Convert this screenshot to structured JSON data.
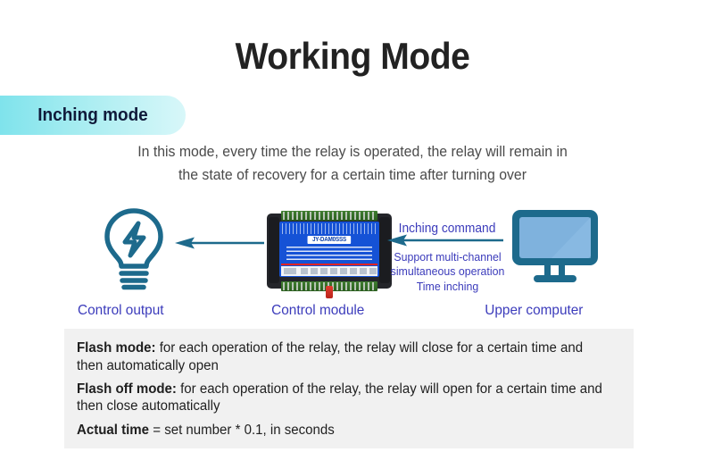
{
  "page": {
    "title": "Working Mode",
    "badge_label": "Inching mode",
    "accent_teal": "#1d6a8c",
    "accent_blue": "#3b3bbb",
    "badge_gradient_from": "#7fe3ec",
    "badge_gradient_to": "#d8f7f9",
    "infobox_bg": "#f1f1f1"
  },
  "description": {
    "line1": "In this mode, every time the relay is operated, the relay will remain in",
    "line2": "the state of recovery for a certain time after turning over"
  },
  "diagram": {
    "bulb_icon": "lightbulb-lightning-icon",
    "monitor_icon": "monitor-icon",
    "arrow_output_icon": "arrow-left-icon",
    "arrow_command_icon": "arrow-left-icon",
    "module_label": "JY-DAM0SSS",
    "inching_command_label": "Inching command",
    "command_notes": [
      "Support multi-channel",
      "simultaneous operation",
      "Time inching"
    ],
    "captions": {
      "control_output": "Control output",
      "control_module": "Control module",
      "upper_computer": "Upper computer"
    }
  },
  "info_box": {
    "flash_mode_title": "Flash mode:",
    "flash_mode_text": " for each operation of the relay, the relay will close for a certain time and then automatically open",
    "flash_off_mode_title": "Flash off mode:",
    "flash_off_mode_text": " for each operation of the relay, the relay will open for a certain time and then close automatically",
    "actual_time_title": "Actual time",
    "actual_time_text": " = set number * 0.1, in seconds"
  }
}
